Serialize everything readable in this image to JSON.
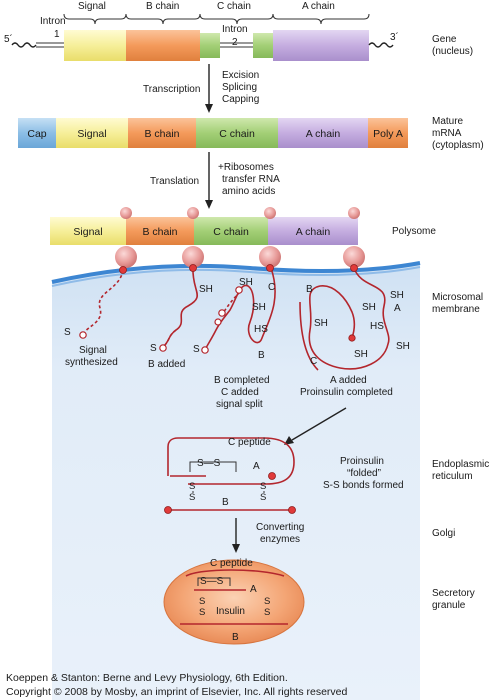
{
  "gene": {
    "five_prime": "5´",
    "three_prime": "3´",
    "intron1_label": "Intron",
    "intron1_num": "1",
    "intron2_label": "Intron",
    "intron2_num": "2",
    "signal": "Signal",
    "b_chain": "B chain",
    "c_chain": "C chain",
    "a_chain": "A chain",
    "side_label_1": "Gene",
    "side_label_2": "(nucleus)"
  },
  "step1": {
    "left": "Transcription",
    "right_1": "Excision",
    "right_2": "Splicing",
    "right_3": "Capping"
  },
  "mrna": {
    "cap": "Cap",
    "signal": "Signal",
    "b_chain": "B chain",
    "c_chain": "C chain",
    "a_chain": "A chain",
    "poly_a": "Poly A",
    "side_label_1": "Mature",
    "side_label_2": "mRNA",
    "side_label_3": "(cytoplasm)"
  },
  "step2": {
    "left": "Translation",
    "right_1": "+Ribosomes",
    "right_2": "transfer RNA",
    "right_3": "amino acids"
  },
  "polysome": {
    "signal": "Signal",
    "b_chain": "B chain",
    "c_chain": "C chain",
    "a_chain": "A chain",
    "side_label": "Polysome"
  },
  "microsome": {
    "side_label_1": "Microsomal",
    "side_label_2": "membrane",
    "s1_s": "S",
    "s1_cap_1": "Signal",
    "s1_cap_2": "synthesized",
    "s2_sh": "SH",
    "s2_s": "S",
    "s2_cap": "B added",
    "s3_sh1": "SH",
    "s3_c": "C",
    "s3_sh2": "SH",
    "s3_hs": "HS",
    "s3_b": "B",
    "s3_s": "S",
    "s3_cap_1": "B completed",
    "s3_cap_2": "C added",
    "s3_cap_3": "signal split",
    "s4_b": "B",
    "s4_sh1": "SH",
    "s4_sh2": "SH",
    "s4_a": "A",
    "s4_hs": "HS",
    "s4_sh3": "SH",
    "s4_sh4": "SH",
    "s4_sh5": "SH",
    "s4_c": "C",
    "s4_cap_1": "A added",
    "s4_cap_2": "Proinsulin completed"
  },
  "er": {
    "c_peptide": "C peptide",
    "ss_top": "S—S",
    "a": "A",
    "b": "B",
    "s": "S",
    "cap_1": "Proinsulin",
    "cap_2": "“folded”",
    "cap_3": "S-S bonds formed",
    "side_label_1": "Endoplasmic",
    "side_label_2": "reticulum"
  },
  "golgi": {
    "cap_1": "Converting",
    "cap_2": "enzymes",
    "side_label": "Golgi"
  },
  "granule": {
    "c_peptide": "C peptide",
    "ss_top": "S—S",
    "a": "A",
    "insulin": "Insulin",
    "b": "B",
    "s": "S",
    "side_label_1": "Secretory",
    "side_label_2": "granule"
  },
  "footer": {
    "line1": "Koeppen & Stanton: Berne and Levy Physiology, 6th Edition.",
    "line2": "Copyright © 2008 by Mosby, an imprint of Elsevier, Inc. All rights reserved"
  },
  "colors": {
    "signal": "#f7f1a8",
    "b_chain": "#f49f63",
    "c_chain": "#a9d27d",
    "a_chain": "#c6b0e0",
    "cap": "#8dbfe6",
    "poly_a": "#f49f63",
    "cytoplasm": "#dbe9f7",
    "membrane": "#4b8fd6",
    "ribosome": "#e79a98",
    "chain": "#b3262d",
    "granule": "#f29c6b"
  }
}
